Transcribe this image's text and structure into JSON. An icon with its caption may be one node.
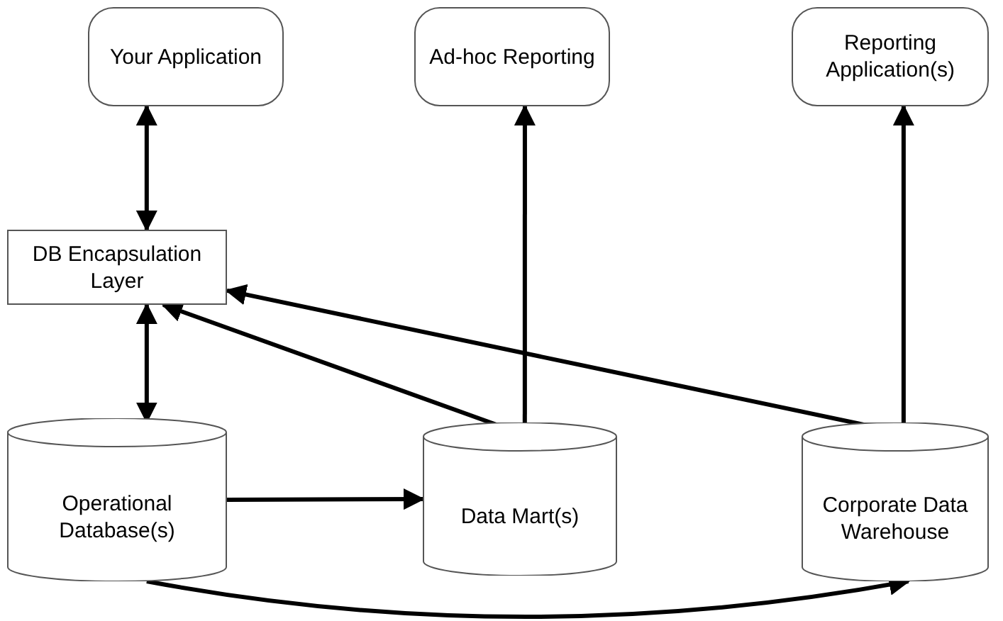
{
  "diagram": {
    "nodes": [
      {
        "text": [
          "Your Application"
        ]
      },
      {
        "text": [
          "Ad-hoc Reporting"
        ]
      },
      {
        "text": [
          "Reporting Application(s)"
        ]
      },
      {
        "text": [
          "DB Encapsulation Layer"
        ]
      },
      {
        "text": [
          "Operational Database(s)"
        ]
      },
      {
        "text": [
          "Data Mart(s)"
        ]
      },
      {
        "text": [
          "Corporate Data Warehouse"
        ]
      }
    ],
    "edges": [
      {
        "from": 0,
        "to": 3,
        "arrow": "both"
      },
      {
        "from": 3,
        "to": 4,
        "arrow": "both"
      },
      {
        "from": 4,
        "to": 5,
        "arrow": "to"
      },
      {
        "from": 5,
        "to": 1,
        "arrow": "to"
      },
      {
        "from": 6,
        "to": 2,
        "arrow": "to"
      },
      {
        "from": 5,
        "to": 3,
        "arrow": "to"
      },
      {
        "from": 6,
        "to": 3,
        "arrow": "to"
      },
      {
        "from": 4,
        "to": 6,
        "arrow": "to"
      }
    ]
  }
}
